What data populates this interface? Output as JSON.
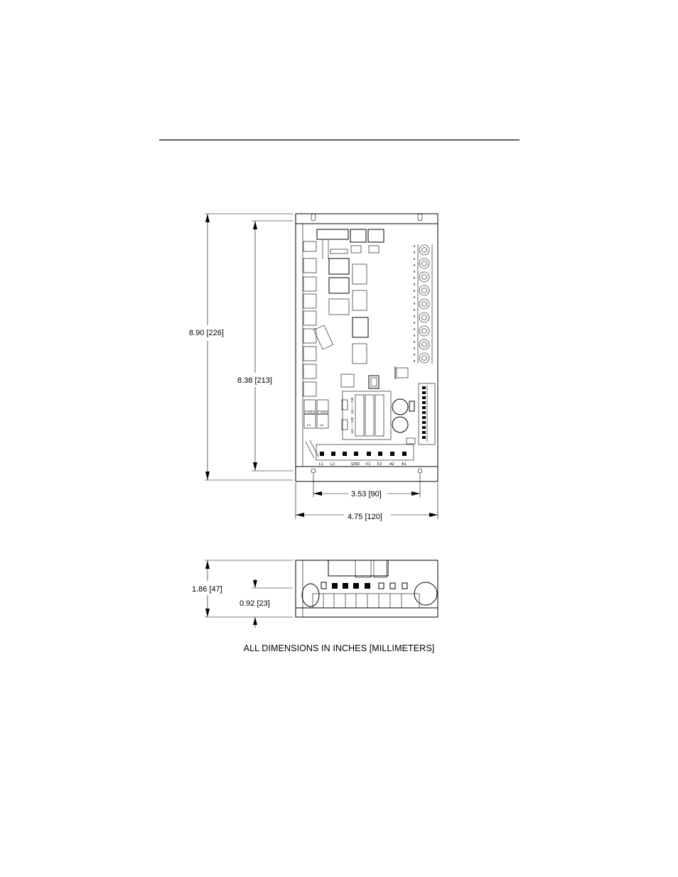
{
  "dimensions": {
    "overall_height": "8.90 [226]",
    "mounting_height": "8.38 [213]",
    "mounting_width": "3.53 [90]",
    "overall_width": "4.75 [120]",
    "side_height": "1.86 [47]",
    "side_offset": "0.92 [23]"
  },
  "board_labels": {
    "fuse1": "FUSE1",
    "fuse2": "FUSE2",
    "fuse1_rating": "L1",
    "fuse2_rating": "L2",
    "voltage_top": "115 ── 230",
    "voltage_bottom": "115 ── 230",
    "terminals": [
      "L1",
      "L2",
      "",
      "GND",
      "F1",
      "F2",
      "A2",
      "A1"
    ]
  },
  "caption": "ALL DIMENSIONS IN INCHES [MILLIMETERS]"
}
